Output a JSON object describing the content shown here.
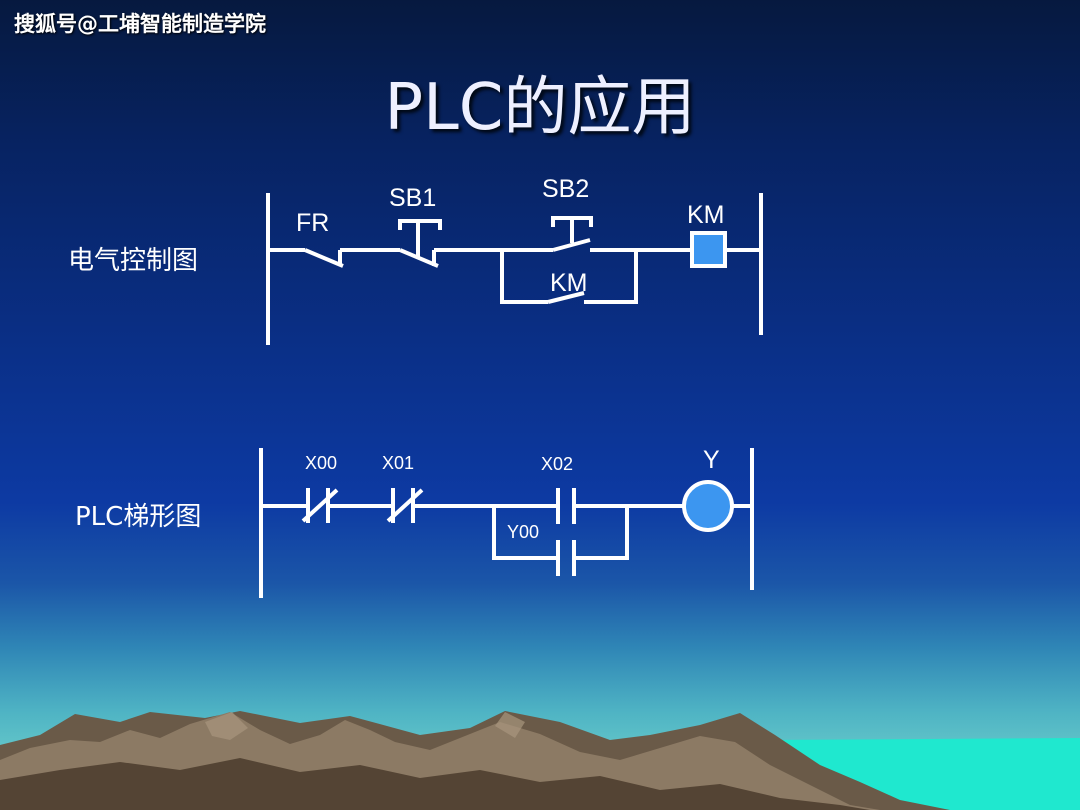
{
  "watermark": "搜狐号@工埔智能制造学院",
  "title": "PLC的应用",
  "electrical": {
    "label": "电气控制图",
    "fr": "FR",
    "sb1": "SB1",
    "sb2": "SB2",
    "km_contact": "KM",
    "km_coil": "KM"
  },
  "ladder": {
    "label": "PLC梯形图",
    "x00": "X00",
    "x01": "X01",
    "x02": "X02",
    "y00": "Y00",
    "y": "Y"
  },
  "colors": {
    "coil_fill": "#3c96f0",
    "wire": "#ffffff",
    "sea": "#1fe8cf",
    "mountain": "#8c7a64"
  }
}
